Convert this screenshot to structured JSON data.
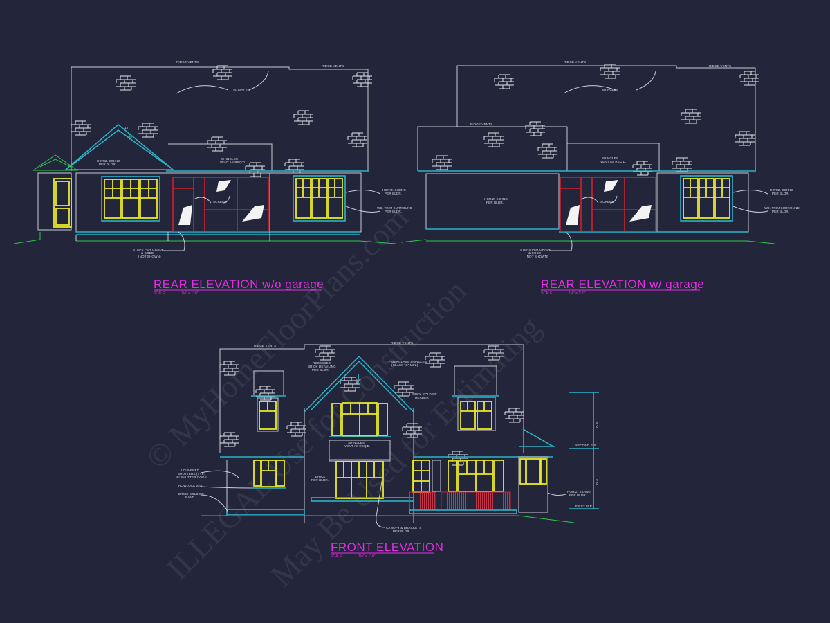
{
  "drawings": [
    {
      "title": "REAR ELEVATION w/o garage",
      "scale": "SCALE: ...............1/4\" = 1'-0\"",
      "labels": {
        "ridge_vents_1": "RIDGE VENTS",
        "ridge_vents_2": "RIDGE VENTS",
        "shingles": "SHINGLES",
        "shingles_vent_1": "SHINGLES",
        "shingles_vent_2": "VENT AS REQ'D.",
        "horiz_siding_gable_1": "HORIZ. SIDING",
        "horiz_siding_gable_2": "PER BLDR.",
        "screen": "SCREEN",
        "horiz_siding_1": "HORIZ. SIDING",
        "horiz_siding_2": "PER BLDR.",
        "trim_1": "WD. TRIM SURROUND",
        "trim_2": "PER BLDR.",
        "steps_1": "STEPS PER GRADE",
        "steps_2": "& CODE",
        "steps_3": "(NOT SHOWN)",
        "pitch_rise": "12",
        "pitch_run": "1"
      }
    },
    {
      "title": "REAR ELEVATION w/ garage",
      "scale": "SCALE: ...............1/4\" = 1'-0\"",
      "labels": {
        "ridge_vents_1": "RIDGE VENTS",
        "ridge_vents_2": "RIDGE VENTS",
        "ridge_vents_3": "RIDGE VENTS",
        "shingles": "SHINGLES",
        "shingles_vent_1": "SHINGLES",
        "shingles_vent_2": "VENT AS REQ'D.",
        "garage_siding_1": "HORIZ. SIDING",
        "garage_siding_2": "PER BLDR.",
        "screen": "SCREEN",
        "horiz_siding_1": "HORIZ. SIDING",
        "horiz_siding_2": "PER BLDR.",
        "trim_1": "WD. TRIM SURROUND",
        "trim_2": "PER BLDR.",
        "steps_1": "STEPS PER GRADE",
        "steps_2": "& CODE",
        "steps_3": "(NOT SHOWN)"
      }
    },
    {
      "title": "FRONT ELEVATION",
      "scale": "SCALE: ...............1/4\" = 1'-0\"",
      "labels": {
        "ridge_vents_1": "RIDGE VENTS",
        "ridge_vents_2": "RIDGE VENTS",
        "recessed_1": "RECESSED",
        "recessed_2": "BRICK DETAILING",
        "recessed_3": "PER BLDR.",
        "fiberglass_1": "FIBERGLASS SHINGLES",
        "fiberglass_2": "(CLASS \"C\" MIN.)",
        "soldier_header_1": "BRICK SOLDIER",
        "soldier_header_2": "HEADER",
        "shingles_vent_1": "SHINGLES",
        "shingles_vent_2": "VENT AS REQ'D.",
        "shutters_1": "LOUVERED",
        "shutters_2": "SHUTTERS (TYP.)",
        "shutters_3": "W/ SHUTTER DOGS",
        "rowlock": "ROWLOCK SILL",
        "soldier_band_1": "BRICK SOLDIER",
        "soldier_band_2": "BAND",
        "brick_1": "BRICK",
        "brick_2": "PER BLDR.",
        "canopy_1": "CANOPY & BRACKETS",
        "canopy_2": "PER BLDR.",
        "horiz_siding_1": "HORIZ. SIDING",
        "horiz_siding_2": "PER BLDR.",
        "second_flr": "SECOND FLR.",
        "first_flr": "FIRST FLR.",
        "dim_upper": "9'-0\"",
        "dim_lower": "9'-0\""
      }
    }
  ],
  "watermark": [
    "© MyHomeFloorPlans.com",
    "ILLEGAL Use for Construction",
    "May Be Used for Estimating"
  ],
  "colors": {
    "background": "#23253a",
    "title": "#e02ee0",
    "window": "#e8e82a",
    "trim": "#2bb3c8",
    "screen": "#d0202c",
    "grade": "#2ec84a"
  }
}
